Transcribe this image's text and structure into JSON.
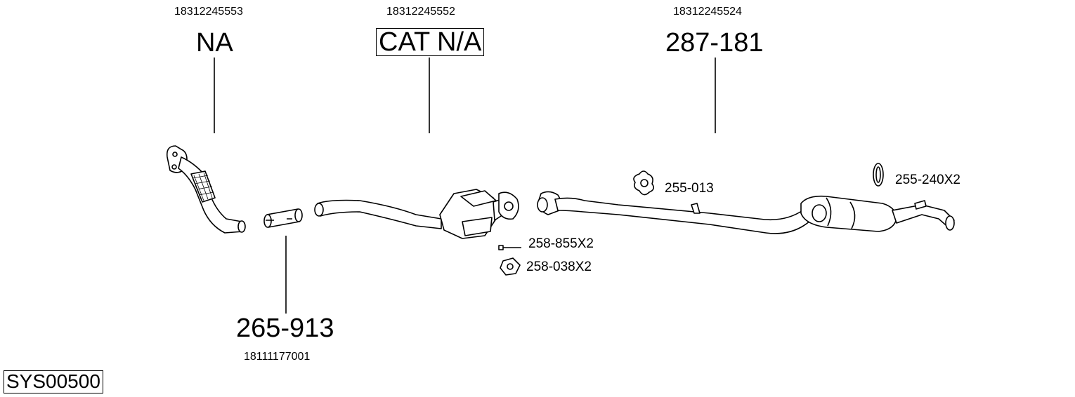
{
  "system_code": "SYS00500",
  "callouts": [
    {
      "oe": "18312245553",
      "part": "NA"
    },
    {
      "oe": "18312245552",
      "part": "CAT N/A"
    },
    {
      "oe": "18312245524",
      "part": "287-181"
    },
    {
      "oe": "18111177001",
      "part": "265-913"
    }
  ],
  "accessories": [
    {
      "label": "255-013"
    },
    {
      "label": "255-240X2"
    },
    {
      "label": "258-855X2"
    },
    {
      "label": "258-038X2"
    }
  ]
}
